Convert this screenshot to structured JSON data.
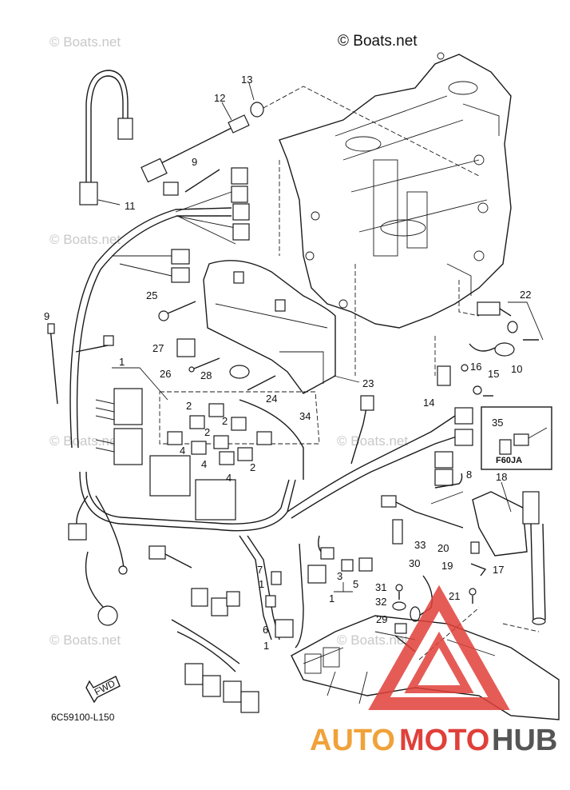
{
  "copyright": "© Boats.net",
  "watermark": "© Boats.net",
  "diagram_code": "6C59100-L150",
  "fwd_label": "FWD",
  "inset_label": "F60JA",
  "logo": {
    "part1": "AUTO",
    "part2": "MOTO",
    "part3": "HUB",
    "color_orange": "#f0a23a",
    "color_red": "#e0403a",
    "color_gray": "#555555"
  },
  "callouts": [
    "13",
    "12",
    "9",
    "11",
    "22",
    "25",
    "9",
    "1",
    "27",
    "26",
    "28",
    "24",
    "23",
    "34",
    "10",
    "16",
    "15",
    "14",
    "35",
    "8",
    "18",
    "2",
    "2",
    "2",
    "4",
    "4",
    "4",
    "2",
    "33",
    "20",
    "17",
    "19",
    "30",
    "3",
    "5",
    "1",
    "31",
    "21",
    "32",
    "29",
    "7",
    "1",
    "6",
    "1"
  ]
}
